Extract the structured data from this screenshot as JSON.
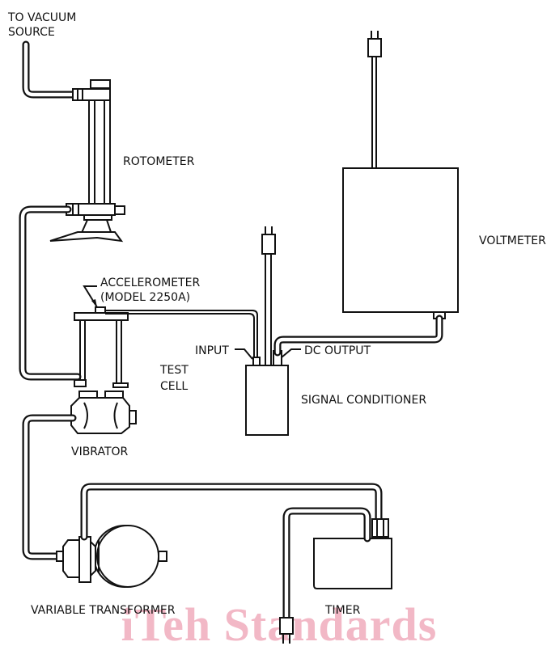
{
  "labels": {
    "vacuum_source": [
      "TO VACUUM",
      "SOURCE"
    ],
    "rotometer": "ROTOMETER",
    "voltmeter": "VOLTMETER",
    "accelerometer": [
      "ACCELEROMETER",
      "(MODEL 2250A)"
    ],
    "test_cell": [
      "TEST",
      "CELL"
    ],
    "input": "INPUT",
    "dc_output": "DC OUTPUT",
    "signal_conditioner": "SIGNAL CONDITIONER",
    "vibrator": "VIBRATOR",
    "variable_transformer": "VARIABLE TRANSFORMER",
    "timer": "TIMER"
  },
  "watermark": "iTeh Standards",
  "colors": {
    "line": "#111111",
    "watermark": "#f2b8c6",
    "background": "#ffffff"
  }
}
